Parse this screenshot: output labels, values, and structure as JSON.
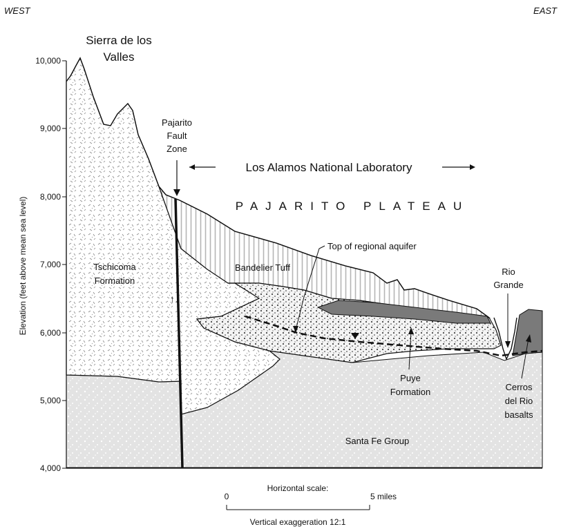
{
  "directions": {
    "west": "WEST",
    "east": "EAST"
  },
  "y_axis": {
    "label": "Elevation (feet above mean sea level)",
    "ticks": [
      "10,000",
      "9,000",
      "8,000",
      "7,000",
      "6,000",
      "5,000",
      "4,000"
    ]
  },
  "labels": {
    "sierra_line1": "Sierra de los",
    "sierra_line2": "Valles",
    "fault_line1": "Pajarito",
    "fault_line2": "Fault",
    "fault_line3": "Zone",
    "lanl": "Los Alamos National Laboratory",
    "plateau": "PAJARITO PLATEAU",
    "aquifer": "Top of regional aquifer",
    "tschicoma_line1": "Tschicoma",
    "tschicoma_line2": "Formation",
    "bandelier": "Bandelier Tuff",
    "rio_line1": "Rio",
    "rio_line2": "Grande",
    "puye_line1": "Puye",
    "puye_line2": "Formation",
    "cerros_line1": "Cerros",
    "cerros_line2": "del Rio",
    "cerros_line3": "basalts",
    "santa_fe": "Santa Fe Group",
    "fault_motion": "↑↓"
  },
  "scale_bar": {
    "title": "Horizontal scale:",
    "start": "0",
    "end": "5 miles",
    "exaggeration": "Vertical exaggeration 12:1"
  },
  "colors": {
    "outline": "#111111",
    "santa_fe_fill": "#e3e3e3",
    "basalt_fill": "#7a7a7a",
    "tuff_stripe": "#b5b5b5"
  }
}
